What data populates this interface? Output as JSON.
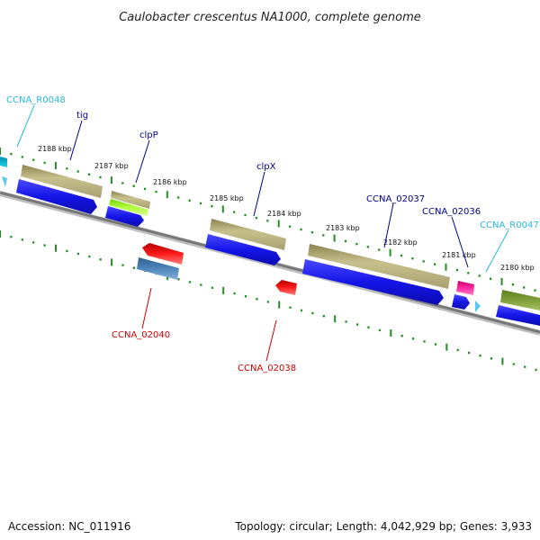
{
  "title": "Caulobacter crescentus NA1000, complete genome",
  "footer": {
    "accession": "Accession: NC_011916",
    "summary": "Topology: circular; Length: 4,042,929 bp; Genes: 3,933"
  },
  "colors": {
    "backbone": "#8c8c8c",
    "tick": "#1f8f1f",
    "cds": "#1a1af0",
    "gene_feature": "#b9b07a",
    "label_forward": "#00008b",
    "label_reverse": "#cc0000",
    "label_rna": "#29b6d9"
  },
  "tick_labels": [
    "2188 kbp",
    "2187 kbp",
    "2186 kbp",
    "2185 kbp",
    "2184 kbp",
    "2183 kbp",
    "2182 kbp",
    "2181 kbp",
    "2180 kbp"
  ],
  "gene_labels": [
    {
      "text": "CCNA_R0048",
      "strand": "rna"
    },
    {
      "text": "tig",
      "strand": "forward"
    },
    {
      "text": "clpP",
      "strand": "forward"
    },
    {
      "text": "clpX",
      "strand": "forward"
    },
    {
      "text": "CCNA_02037",
      "strand": "forward"
    },
    {
      "text": "CCNA_02036",
      "strand": "forward"
    },
    {
      "text": "CCNA_R0047",
      "strand": "rna"
    },
    {
      "text": "CCNA_02040",
      "strand": "reverse"
    },
    {
      "text": "CCNA_02038",
      "strand": "reverse"
    }
  ]
}
